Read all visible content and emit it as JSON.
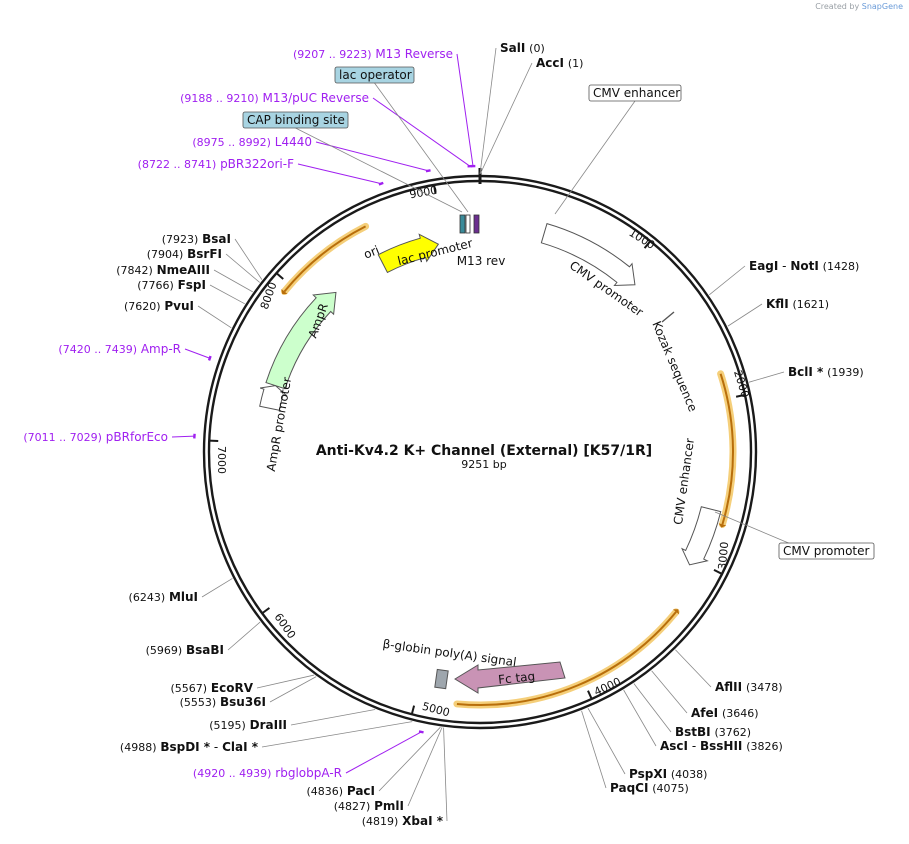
{
  "header": {
    "watermark_prefix": "Created by",
    "watermark_brand": "SnapGene"
  },
  "plasmid": {
    "name": "Anti-Kv4.2 K+ Channel (External) [K57/1R]",
    "length_label": "9251 bp",
    "length": 9251
  },
  "ticks": [
    "1000",
    "2000",
    "3000",
    "4000",
    "5000",
    "6000",
    "7000",
    "8000",
    "9000"
  ],
  "sites": [
    {
      "name": "SalI",
      "pos": "(0)",
      "bp": 0
    },
    {
      "name": "AccI",
      "pos": "(1)",
      "bp": 1
    },
    {
      "name": "EagI",
      "name2": "NotI",
      "pos": "(1428)",
      "bp": 1428
    },
    {
      "name": "KflI",
      "pos": "(1621)",
      "bp": 1621
    },
    {
      "name": "BclI *",
      "pos": "(1939)",
      "bp": 1939
    },
    {
      "name": "AflII",
      "pos": "(3478)",
      "bp": 3478
    },
    {
      "name": "AfeI",
      "pos": "(3646)",
      "bp": 3646
    },
    {
      "name": "BstBI",
      "pos": "(3762)",
      "bp": 3762
    },
    {
      "name": "AscI",
      "name2": "BssHII",
      "pos": "(3826)",
      "bp": 3826
    },
    {
      "name": "PspXI",
      "pos": "(4038)",
      "bp": 4038
    },
    {
      "name": "PaqCI",
      "pos": "(4075)",
      "bp": 4075
    },
    {
      "name": "XbaI *",
      "pos": "(4819)",
      "bp": 4819
    },
    {
      "name": "PmlI",
      "pos": "(4827)",
      "bp": 4827
    },
    {
      "name": "PacI",
      "pos": "(4836)",
      "bp": 4836
    },
    {
      "name": "BspDI *",
      "name2": "ClaI *",
      "pos": "(4988)",
      "bp": 4988
    },
    {
      "name": "DraIII",
      "pos": "(5195)",
      "bp": 5195
    },
    {
      "name": "Bsu36I",
      "pos": "(5553)",
      "bp": 5553
    },
    {
      "name": "EcoRV",
      "pos": "(5567)",
      "bp": 5567
    },
    {
      "name": "BsaBI",
      "pos": "(5969)",
      "bp": 5969
    },
    {
      "name": "MluI",
      "pos": "(6243)",
      "bp": 6243
    },
    {
      "name": "PvuI",
      "pos": "(7620)",
      "bp": 7620
    },
    {
      "name": "FspI",
      "pos": "(7766)",
      "bp": 7766
    },
    {
      "name": "NmeAIII",
      "pos": "(7842)",
      "bp": 7842
    },
    {
      "name": "BsrFI",
      "pos": "(7904)",
      "bp": 7904
    },
    {
      "name": "BsaI",
      "pos": "(7923)",
      "bp": 7923
    }
  ],
  "primers": [
    {
      "range": "(9207 .. 9223)",
      "name": "M13 Reverse"
    },
    {
      "range": "(9188 .. 9210)",
      "name": "M13/pUC Reverse"
    },
    {
      "range": "(8975 .. 8992)",
      "name": "L4440"
    },
    {
      "range": "(8722 .. 8741)",
      "name": "pBR322ori-F"
    },
    {
      "range": "(7420 .. 7439)",
      "name": "Amp-R"
    },
    {
      "range": "(7011 .. 7029)",
      "name": "pBRforEco"
    },
    {
      "range": "(4920 .. 4939)",
      "name": "rbglobpA-R"
    }
  ],
  "boxed_labels": {
    "lac_operator": "lac operator",
    "cap_site": "CAP binding site",
    "cmv_enhancer": "CMV enhancer",
    "cmv_promoter": "CMV promoter"
  },
  "features": {
    "ori": "ori",
    "lac_promoter": "lac promoter",
    "m13_rev": "M13 rev",
    "cmv_promoter": "CMV promoter",
    "kozak": "Kozak sequence",
    "cmv_enhancer": "CMV enhancer",
    "globin_polya": "β-globin poly(A) signal",
    "fc_tag": "Fc tag",
    "ampr": "AmpR",
    "ampr_promoter": "AmpR promoter"
  },
  "colors": {
    "backbone": "#1a1a1a",
    "primer": "#a020f0",
    "ori": "#ffff00",
    "fc_tag": "#c993b5",
    "ampr": "#ccffcc",
    "orf_highlight": "#f5cf7a",
    "orf_line": "#b86e0b",
    "lac_operator": "#a8d4e2",
    "cap": "#a8d4e2",
    "polya": "#9ea6ad",
    "m13": "#6b2e8f",
    "lac_teal": "#3a8a99"
  }
}
